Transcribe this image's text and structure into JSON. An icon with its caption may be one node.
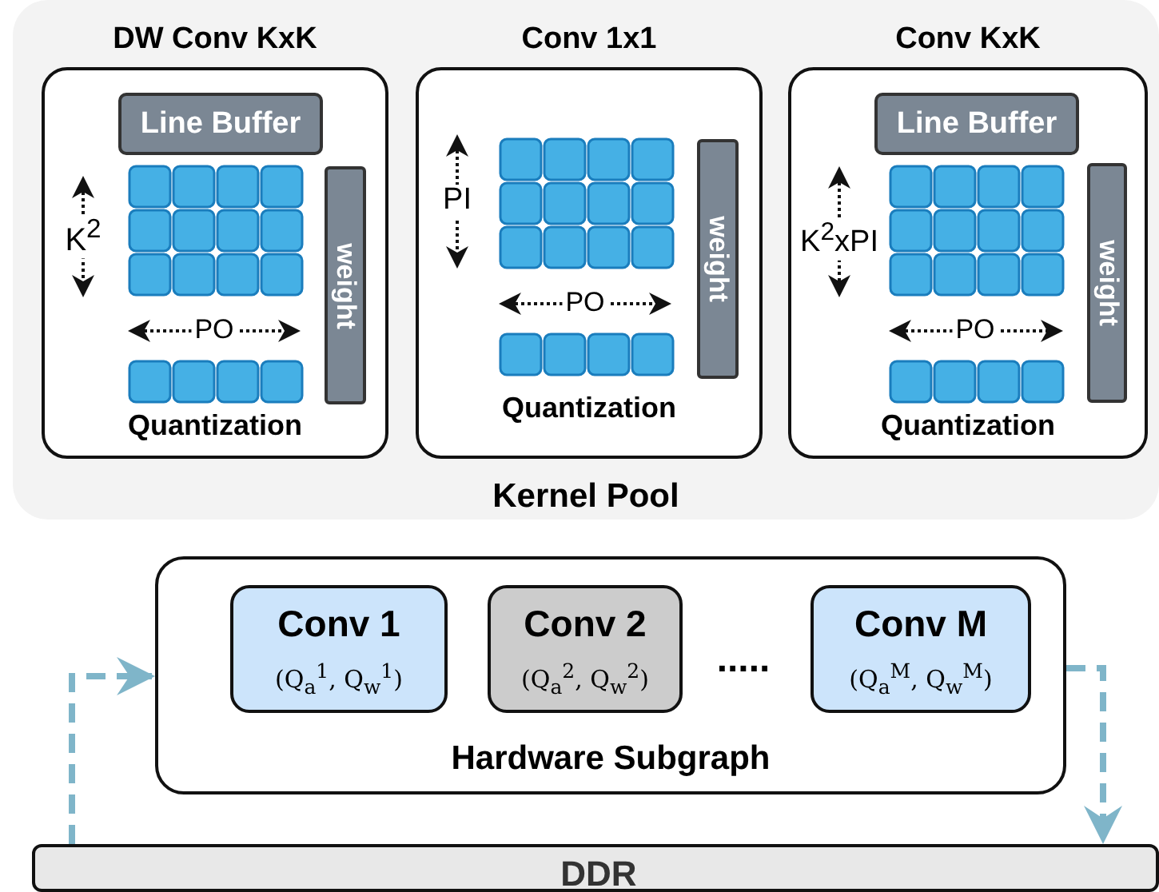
{
  "diagram": {
    "nodes": [
      {
        "text": [
          "Kernel Pool"
        ]
      },
      {
        "text": [
          "DW Conv KxK",
          "Quantization"
        ],
        "in": 0
      },
      {
        "text": [
          "Line Buffer"
        ],
        "in": 1
      },
      {
        "text": [
          "weight"
        ],
        "in": 1
      },
      {
        "text": [
          "Conv 1x1",
          "Quantization"
        ],
        "in": 0
      },
      {
        "text": [
          "weight"
        ],
        "in": 4
      },
      {
        "text": [
          "Conv KxK",
          "Quantization"
        ],
        "in": 0
      },
      {
        "text": [
          "Line Buffer"
        ],
        "in": 6
      },
      {
        "text": [
          "weight"
        ],
        "in": 6
      },
      {
        "text": [
          "Hardware Subgraph"
        ]
      },
      {
        "text": [
          "Conv 1",
          "(Q$_{a}$$^{1}$, Q$_{w}$$^{1}$)"
        ],
        "in": 9
      },
      {
        "text": [
          "Conv 2",
          "(Q$_{a}$$^{2}$, Q$_{w}$$^{2}$)"
        ],
        "in": 9
      },
      {
        "text": [
          "Conv M",
          "(Q$_{a}$$^{M}$, Q$_{w}$$^{M}$)"
        ],
        "in": 9
      },
      {
        "text": [
          "DDR"
        ]
      }
    ],
    "edges": [
      {
        "from": 13,
        "to": 9,
        "arrow": "to",
        "style": "dashed",
        "color": "#7fb5c9"
      },
      {
        "from": 9,
        "to": 13,
        "arrow": "to",
        "style": "dashed",
        "color": "#7fb5c9"
      }
    ],
    "labels": [
      "K$^{2}$",
      "PO",
      "PI",
      "PO",
      "K$^{2}$xPI",
      "PO",
      "....."
    ]
  }
}
